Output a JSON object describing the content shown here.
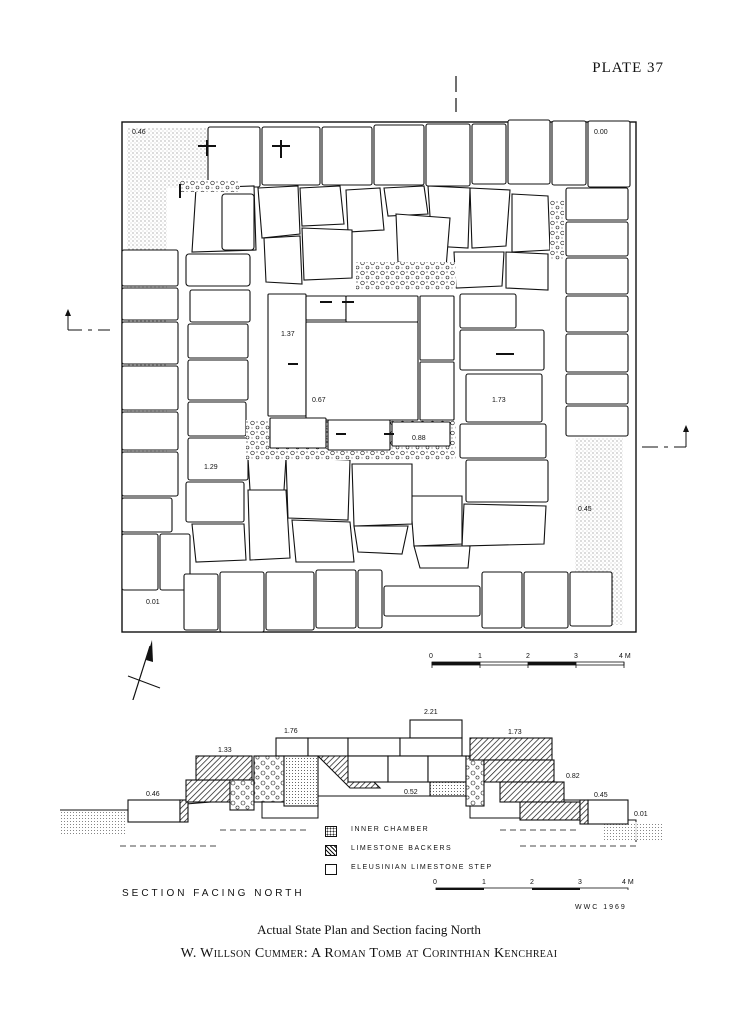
{
  "plate": {
    "label": "PLATE 37"
  },
  "plan": {
    "elevations": [
      "0.46",
      "0.00",
      "1.37",
      "0.67",
      "1.73",
      "0.88",
      "1.29",
      "0.45",
      "0.01"
    ]
  },
  "plan_scale": {
    "ticks": [
      "0",
      "1",
      "2",
      "3",
      "4 M"
    ]
  },
  "section": {
    "title": "SECTION FACING NORTH",
    "elevations": [
      "2.21",
      "1.76",
      "1.73",
      "1.33",
      "0.82",
      "0.46",
      "0.52",
      "0.45",
      "0.01"
    ]
  },
  "legend": {
    "items": [
      {
        "label": "INNER CHAMBER",
        "pattern": "dots"
      },
      {
        "label": "LIMESTONE BACKERS",
        "pattern": "hatch"
      },
      {
        "label": "ELEUSINIAN LIMESTONE STEP",
        "pattern": "plain"
      }
    ]
  },
  "section_scale": {
    "ticks": [
      "0",
      "1",
      "2",
      "3",
      "4 M"
    ]
  },
  "credit": {
    "initials": "WWC 1969"
  },
  "caption": {
    "text": "Actual State Plan and Section facing North"
  },
  "running_title": {
    "text": "W. Willson Cummer: A Roman Tomb at Corinthian Kenchreai"
  }
}
